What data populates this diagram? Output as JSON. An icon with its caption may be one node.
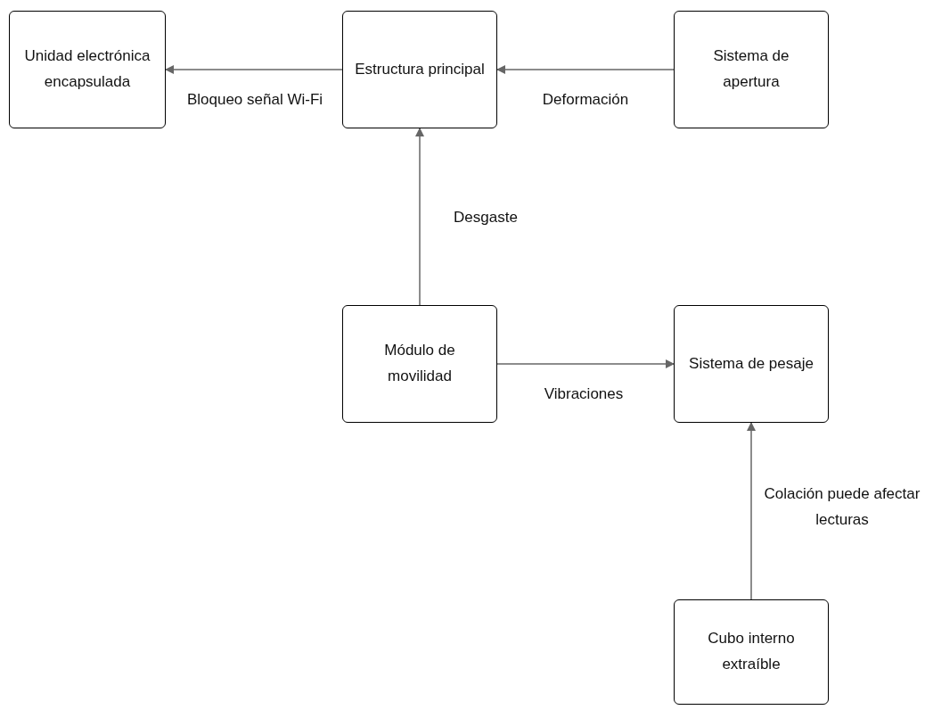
{
  "diagram": {
    "nodes": [
      {
        "text": [
          "Unidad electrónica encapsulada"
        ]
      },
      {
        "text": [
          "Estructura principal"
        ]
      },
      {
        "text": [
          "Sistema de apertura"
        ]
      },
      {
        "text": [
          "Módulo de movilidad"
        ]
      },
      {
        "text": [
          "Sistema de pesaje"
        ]
      },
      {
        "text": [
          "Cubo interno extraíble"
        ]
      }
    ],
    "edges": [
      {
        "from": 1,
        "to": 0,
        "arrow": "to",
        "label": "Bloqueo señal Wi-Fi"
      },
      {
        "from": 2,
        "to": 1,
        "arrow": "to",
        "label": "Deformación"
      },
      {
        "from": 3,
        "to": 1,
        "arrow": "to",
        "label": "Desgaste"
      },
      {
        "from": 3,
        "to": 4,
        "arrow": "to",
        "label": "Vibraciones"
      },
      {
        "from": 5,
        "to": 4,
        "arrow": "to",
        "label": "Colación puede afectar lecturas"
      }
    ]
  }
}
